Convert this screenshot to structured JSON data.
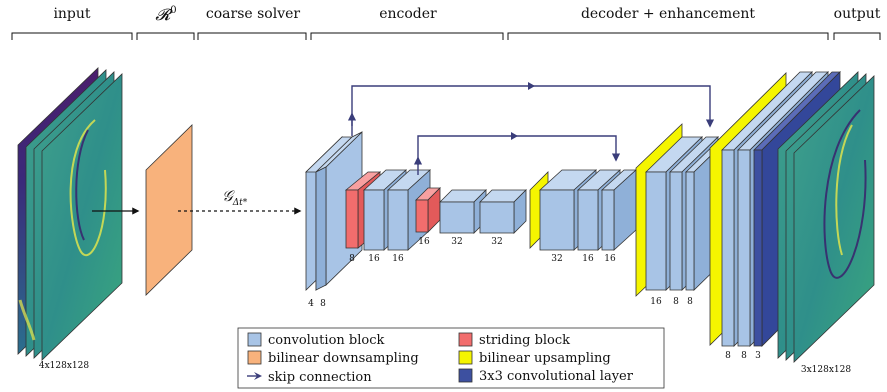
{
  "stages": {
    "input": "input",
    "r0_symbol": "𝓡",
    "r0_superscript": "0",
    "coarse_solver": "coarse solver",
    "encoder": "encoder",
    "decoder": "decoder + enhancement",
    "output": "output"
  },
  "sizes": {
    "input": "4x128x128",
    "output": "3x128x128"
  },
  "operator": {
    "symbol": "𝒢",
    "subscript": "Δt*"
  },
  "channels": {
    "enc1a": "4",
    "enc1b": "8",
    "stride1": "8",
    "enc2a": "16",
    "enc2b": "16",
    "stride2": "16",
    "bot1": "32",
    "bot2": "32",
    "dec2a": "32",
    "dec2b": "16",
    "dec2c": "16",
    "dec1a": "16",
    "dec1b": "8",
    "dec1c": "8",
    "out1": "8",
    "out2": "8",
    "out3": "3"
  },
  "legend": {
    "conv": "convolution block",
    "bilinear_down": "bilinear downsampling",
    "skip": "skip connection",
    "striding": "striding block",
    "bilinear_up": "bilinear upsampling",
    "conv3x3": "3x3 convolutional layer"
  },
  "colors": {
    "conv": "#a8c4e6",
    "striding": "#f26d6d",
    "downsample": "#f8b27c",
    "upsample": "#f5f500",
    "conv3x3": "#3d50a0",
    "skip": "#3a3d7a",
    "field_bg": "#2a9a8a"
  }
}
